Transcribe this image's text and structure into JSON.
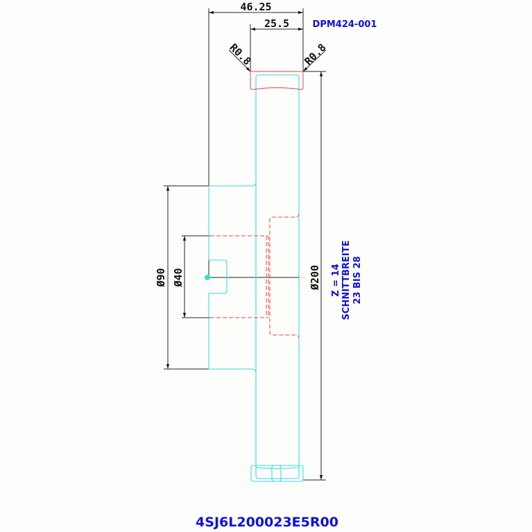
{
  "drawing": {
    "part_code": "DPM424-001",
    "part_number": "4SJ6L200023E5R00",
    "dimensions": {
      "overall_width": "46.25",
      "rim_width": "25.5",
      "radius_left": "R0.8",
      "radius_right": "R0.8",
      "hub_diameter": "Ø90",
      "bore_diameter": "Ø40",
      "outer_diameter": "Ø200"
    },
    "notes": {
      "teeth": "Z = 14",
      "kerf_label": "SCHNITTBREITE",
      "kerf_range": "23 BIS 28"
    },
    "colors": {
      "part_outline": "#33dddd",
      "hidden_lines": "#ee4444",
      "dimension_lines": "#111111",
      "annotation_text": "#1010e0",
      "center_line": "#e8e800"
    }
  }
}
